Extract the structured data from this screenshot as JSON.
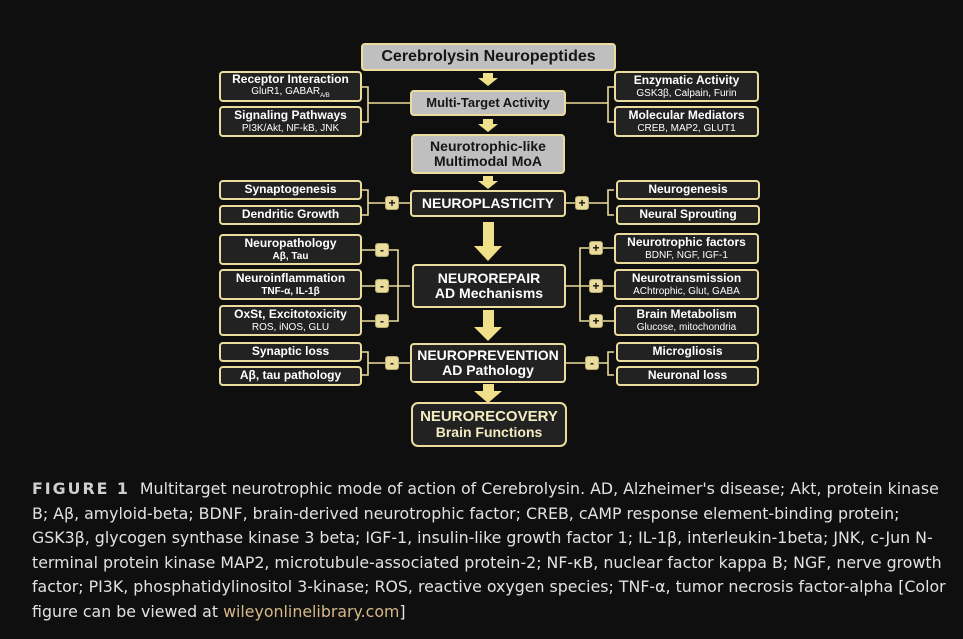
{
  "diagram": {
    "title": "Cerebrolysin Neuropeptides",
    "multi_target": "Multi-Target Activity",
    "moa": [
      "Neurotrophic-like",
      "Multimodal MoA"
    ],
    "neuroplasticity": "NEUROPLASTICITY",
    "neurorepair": [
      "NEUROREPAIR",
      "AD Mechanisms"
    ],
    "neuroprevention": [
      "NEUROPREVENTION",
      "AD Pathology"
    ],
    "neurorecovery": [
      "NEURORECOVERY",
      "Brain Functions"
    ],
    "receptor": {
      "title": "Receptor Interaction",
      "sub": "GluR1, GABAR",
      "sub_sub": "A/B"
    },
    "signaling": {
      "title": "Signaling Pathways",
      "sub": "PI3K/Akt, NF-kB, JNK"
    },
    "enzymatic": {
      "title": "Enzymatic Activity",
      "sub": "GSK3β, Calpain, Furin"
    },
    "molecular": {
      "title": "Molecular Mediators",
      "sub": "CREB, MAP2, GLUT1"
    },
    "synaptogenesis": "Synaptogenesis",
    "dendritic": "Dendritic Growth",
    "neurogenesis": "Neurogenesis",
    "sprouting": "Neural Sprouting",
    "neuropathology": {
      "title": "Neuropathology",
      "sub": "Aβ, Tau"
    },
    "neuroinflammation": {
      "title": "Neuroinflammation",
      "sub": "TNF-α, IL-1β"
    },
    "oxst": {
      "title": "OxSt, Excitotoxicity",
      "sub": "ROS, iNOS, GLU"
    },
    "neurotrophic": {
      "title": "Neurotrophic factors",
      "sub": "BDNF, NGF, IGF-1"
    },
    "neurotransmission": {
      "title": "Neurotransmission",
      "sub": "AChtrophic, Glut, GABA"
    },
    "metabolism": {
      "title": "Brain Metabolism",
      "sub": "Glucose, mitochondria"
    },
    "synaptic_loss": "Synaptic loss",
    "abeta_tau": "Aβ, tau pathology",
    "microgliosis": "Microgliosis",
    "neuronal_loss": "Neuronal loss",
    "plus": "+",
    "minus": "-"
  },
  "caption": {
    "figure_label": "FIGURE 1",
    "text": "Multitarget neurotrophic mode of action of Cerebrolysin. AD, Alzheimer's disease; Akt, protein kinase B; Aβ, amyloid-beta; BDNF, brain-derived neurotrophic factor; CREB, cAMP response element-binding protein; GSK3β, glycogen synthase kinase 3 beta; IGF-1, insulin-like growth factor 1; IL-1β, interleukin-1beta; JNK, c-Jun N-terminal protein kinase MAP2, microtubule-associated protein-2; NF-κB, nuclear factor kappa B; NGF, nerve growth factor; PI3K, phosphatidylinositol 3-kinase; ROS, reactive oxygen species; TNF-α, tumor necrosis factor-alpha [Color figure can be viewed at",
    "link": "wileyonlinelibrary.com",
    "end": "]"
  },
  "colors": {
    "accent": "#e9dc9c",
    "arrow": "#f0e08a",
    "gray_box": "#bfbfbf",
    "background": "#0f0f0f"
  }
}
